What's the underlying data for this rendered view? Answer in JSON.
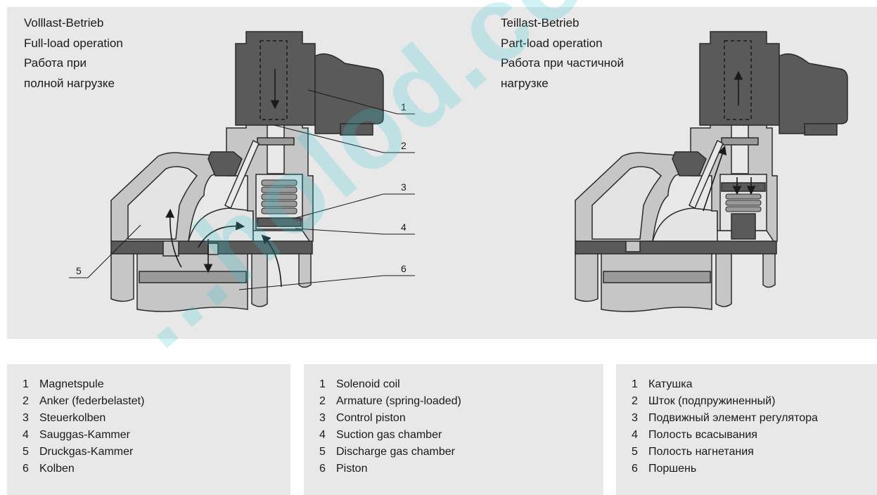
{
  "left_mode": [
    "Volllast-Betrieb",
    "Full-load operation",
    "Работа при",
    "полной нагрузке"
  ],
  "right_mode": [
    "Teillast-Betrieb",
    "Part-load operation",
    "Работа при частичной",
    "нагрузке"
  ],
  "callouts": [
    "1",
    "2",
    "3",
    "4",
    "5",
    "6"
  ],
  "legend_de": [
    {
      "num": "1",
      "text": "Magnetspule"
    },
    {
      "num": "2",
      "text": "Anker (federbelastet)"
    },
    {
      "num": "3",
      "text": "Steuerkolben"
    },
    {
      "num": "4",
      "text": "Sauggas-Kammer"
    },
    {
      "num": "5",
      "text": "Druckgas-Kammer"
    },
    {
      "num": "6",
      "text": "Kolben"
    }
  ],
  "legend_en": [
    {
      "num": "1",
      "text": "Solenoid coil"
    },
    {
      "num": "2",
      "text": "Armature (spring-loaded)"
    },
    {
      "num": "3",
      "text": "Control piston"
    },
    {
      "num": "4",
      "text": "Suction gas chamber"
    },
    {
      "num": "5",
      "text": "Discharge gas chamber"
    },
    {
      "num": "6",
      "text": "Piston"
    }
  ],
  "legend_ru": [
    {
      "num": "1",
      "text": "Катушка"
    },
    {
      "num": "2",
      "text": "Шток (подпружиненный)"
    },
    {
      "num": "3",
      "text": "Подвижный элемент регулятора"
    },
    {
      "num": "4",
      "text": "Полость всасывания"
    },
    {
      "num": "5",
      "text": "Полость нагнетания"
    },
    {
      "num": "6",
      "text": "Поршень"
    }
  ],
  "watermark": "...holod.com.ua",
  "colors": {
    "panel": "#e8e8e9",
    "body_light": "#c6c6c6",
    "body_dark": "#5a5a5a",
    "stroke": "#2a2a2a",
    "watermark": "#2dc8d2"
  }
}
